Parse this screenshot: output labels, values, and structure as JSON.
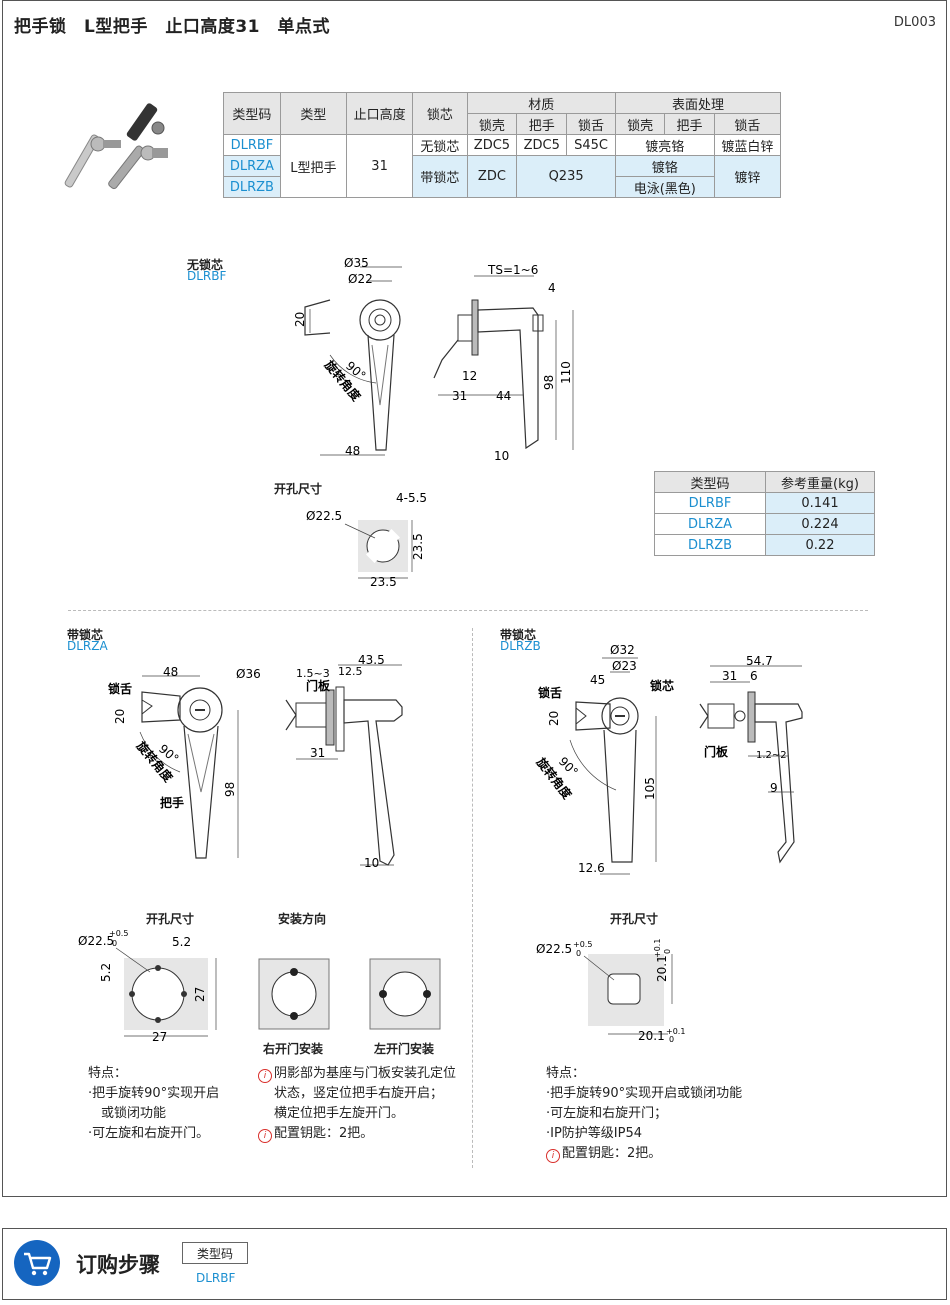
{
  "header": {
    "title": "把手锁　L型把手　止口高度31　单点式",
    "code": "DL003"
  },
  "spec_table": {
    "h_type_code": "类型码",
    "h_type": "类型",
    "h_height": "止口高度",
    "h_core": "锁芯",
    "h_material": "材质",
    "h_surface": "表面处理",
    "sub": {
      "shell": "锁壳",
      "handle": "把手",
      "tongue": "锁舌"
    },
    "type_val": "L型把手",
    "height_val": "31",
    "rows": [
      {
        "code": "DLRBF",
        "core": "无锁芯",
        "m_shell": "ZDC5",
        "m_handle": "ZDC5",
        "m_tongue": "S45C",
        "s_shell_handle": "镀亮铬",
        "s_tongue": "镀蓝白锌"
      },
      {
        "code": "DLRZA",
        "core": "带锁芯",
        "m_shell": "ZDC",
        "m_handle_tongue": "Q235",
        "s_shell_handle": "镀铬",
        "s_tongue": "镀锌"
      },
      {
        "code": "DLRZB",
        "s_shell_handle": "电泳(黑色)"
      }
    ]
  },
  "weight_table": {
    "h_code": "类型码",
    "h_weight": "参考重量(kg)",
    "rows": [
      {
        "code": "DLRBF",
        "weight": "0.141"
      },
      {
        "code": "DLRZA",
        "weight": "0.224"
      },
      {
        "code": "DLRZB",
        "weight": "0.22"
      }
    ]
  },
  "sec1": {
    "label": "无锁芯",
    "code": "DLRBF",
    "dims": {
      "d35": "Ø35",
      "d22": "Ø22",
      "h20": "20",
      "deg90": "90°",
      "rot": "旋转角度",
      "w48": "48",
      "ts": "TS=1~6",
      "w4": "4",
      "h12": "12",
      "w31": "31",
      "w44": "44",
      "h98": "98",
      "h110": "110",
      "w10": "10"
    },
    "hole": {
      "label": "开孔尺寸",
      "d": "Ø22.5",
      "w": "4-5.5",
      "h": "23.5",
      "w2": "23.5"
    }
  },
  "sec2": {
    "label": "带锁芯",
    "code": "DLRZA",
    "dims": {
      "w48": "48",
      "d36": "Ø36",
      "tongue": "锁舌",
      "h20": "20",
      "deg90": "90°",
      "rot": "旋转角度",
      "handle": "把手",
      "h98": "98",
      "t13": "1.5~3",
      "t125": "12.5",
      "w435": "43.5",
      "door": "门板",
      "w31": "31",
      "w10": "10"
    },
    "hole": {
      "label": "开孔尺寸",
      "d": "Ø22.5",
      "tol": "+0.5",
      "tol0": "0",
      "w52": "5.2",
      "h52": "5.2",
      "h27": "27",
      "w27": "27"
    },
    "install": {
      "label": "安装方向",
      "right": "右开门安装",
      "left": "左开门安装"
    },
    "features": {
      "title": "特点：",
      "l1": "·把手旋转90°实现开启",
      "l2": "　或锁闭功能",
      "l3": "·可左旋和右旋开门。"
    },
    "notes": {
      "n1": "阴影部为基座与门板安装孔定位",
      "n2": "状态，竖定位把手右旋开启；",
      "n3": "横定位把手左旋开门。",
      "n4": "配置钥匙：2把。"
    }
  },
  "sec3": {
    "label": "带锁芯",
    "code": "DLRZB",
    "dims": {
      "d32": "Ø32",
      "d23": "Ø23",
      "w45": "45",
      "tongue": "锁舌",
      "core": "锁芯",
      "h20": "20",
      "deg90": "90°",
      "rot": "旋转角度",
      "h105": "105",
      "w126": "12.6",
      "w547": "54.7",
      "w31": "31",
      "w6": "6",
      "door": "门板",
      "t12": "1.2~2",
      "w9": "9"
    },
    "hole": {
      "label": "开孔尺寸",
      "d": "Ø22.5",
      "tol": "+0.5",
      "tol0": "0",
      "h": "20.1",
      "htol": "+0.1",
      "htol0": "0",
      "w": "20.1",
      "wtol": "+0.1",
      "wtol0": "0"
    },
    "features": {
      "title": "特点：",
      "l1": "·把手旋转90°实现开启或锁闭功能",
      "l2": "·可左旋和右旋开门；",
      "l3": "·IP防护等级IP54",
      "l4": "配置钥匙：2把。"
    }
  },
  "order": {
    "title": "订购步骤",
    "label": "类型码",
    "code": "DLRBF"
  },
  "icons": {
    "cart": "cart-icon",
    "info": "info-icon"
  },
  "colors": {
    "blue": "#1b8fd0",
    "light_blue": "#dbeef9",
    "header_gray": "#e6e6e6",
    "cart_blue": "#1565c0"
  }
}
